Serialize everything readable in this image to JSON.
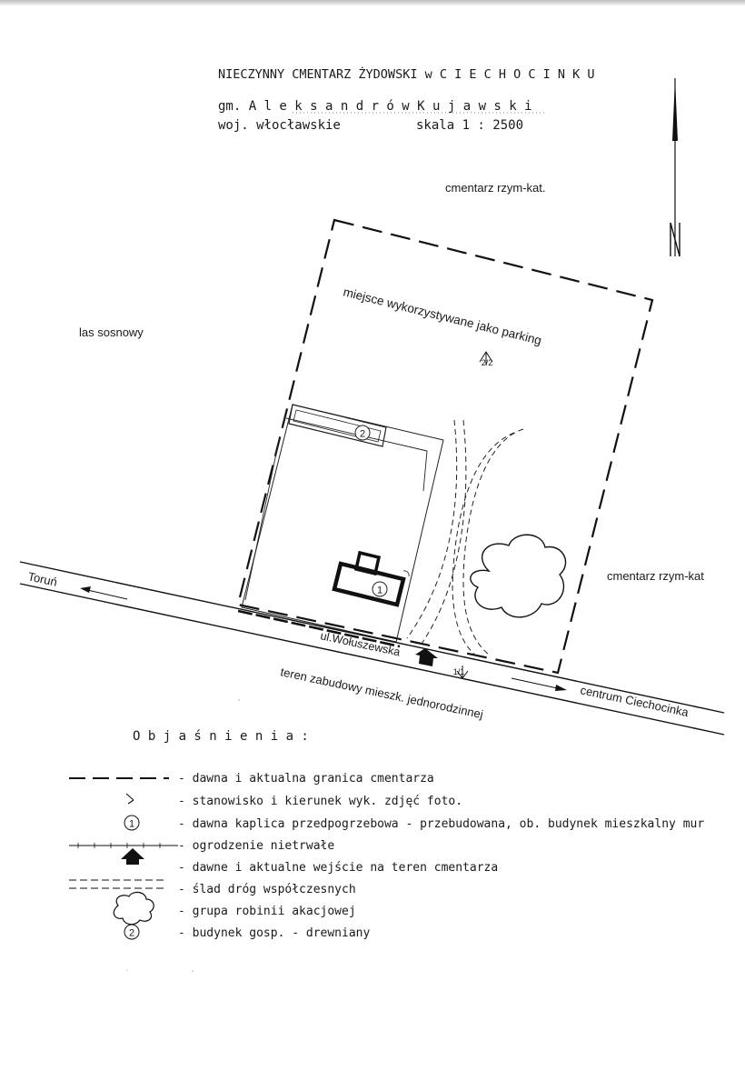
{
  "header": {
    "title": "NIECZYNNY CMENTARZ ŻYDOWSKI w C I E C H O C I N K U",
    "gmina": "gm. A l e k s a n d r ó w  K u j a w s k i",
    "wojewodztwo": "woj. włocławskie",
    "scale": "skala  1 : 2500"
  },
  "map": {
    "north_label": "N",
    "labels": {
      "cemetery_rzym_kat_north": "cmentarz rzym-kat.",
      "las_sosnowy": "las sosnowy",
      "parking": "miejsce wykorzystywane jako parking",
      "photo_point_2": "2/2",
      "building_2": "2",
      "chapel_1": "1",
      "torun": "Toruń",
      "cemetery_rzym_kat_east": "cmentarz rzym-kat",
      "street": "ul.Wołuszewska",
      "photo_point_1": "1/1",
      "residential": "teren zabudowy mieszk. jednorodzinnej",
      "centrum": "centrum Ciechocinka"
    }
  },
  "legend": {
    "title": "O b j a ś n i e n i a :",
    "items": [
      {
        "symbol": "dashed-line-icon",
        "text": "- dawna i aktualna granica cmentarza"
      },
      {
        "symbol": "photo-arrow-icon",
        "text": "- stanowisko i kierunek wyk. zdjęć foto."
      },
      {
        "symbol": "circled-1-icon",
        "symbol_text": "1",
        "text": "- dawna kaplica przedpogrzebowa - przebudowana, ob. budynek mieszkalny mur"
      },
      {
        "symbol": "fence-line-icon",
        "text": "- ogrodzenie nietrwałe"
      },
      {
        "symbol": "entrance-arrow-icon",
        "text": "- dawne i aktualne wejście na teren cmentarza"
      },
      {
        "symbol": "road-trace-icon",
        "text": "- ślad dróg współczesnych"
      },
      {
        "symbol": "tree-cloud-icon",
        "text": "- grupa robinii akacjowej"
      },
      {
        "symbol": "circled-2-icon",
        "symbol_text": "2",
        "text": "- budynek gosp. - drewniany"
      }
    ]
  }
}
